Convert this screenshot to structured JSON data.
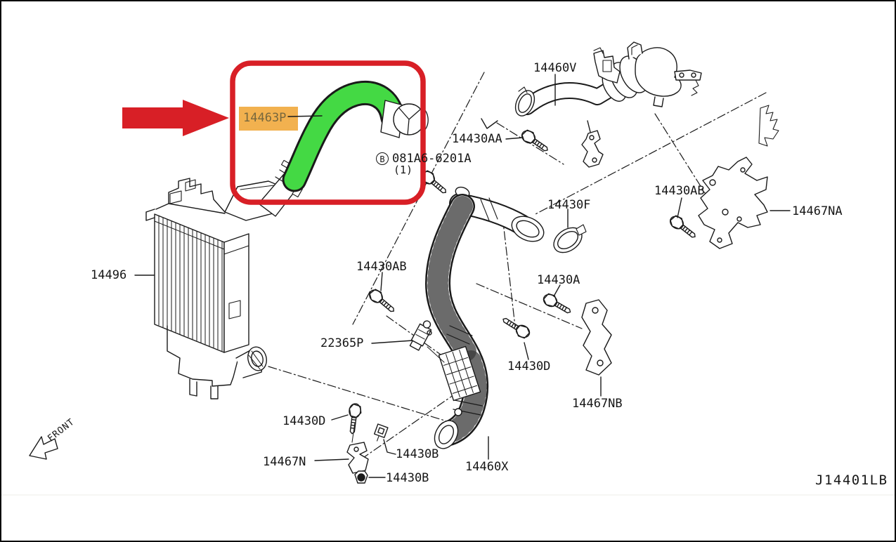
{
  "diagram": {
    "code": "J14401LB",
    "front": "FRONT",
    "fastener_note": {
      "prefix": "B",
      "code": "081A6-6201A",
      "qty": "(1)"
    },
    "highlight": {
      "part": "14463P",
      "box_color": "#d81f26",
      "arrow_color": "#d81f26",
      "hose_color": "#44d944",
      "label_bg": "#f2b14f"
    }
  },
  "parts": {
    "p14463P": "14463P",
    "p14460V": "14460V",
    "p14430AA": "14430AA",
    "p14430AB_right": "14430AB",
    "p14467NA": "14467NA",
    "p14430F": "14430F",
    "p14430A": "14430A",
    "p14496": "14496",
    "p14430AB_mid": "14430AB",
    "p22365P": "22365P",
    "p14430D_right": "14430D",
    "p14467NB": "14467NB",
    "p14430D_left": "14430D",
    "p14467N": "14467N",
    "p14430B_mid": "14430B",
    "p14430B_bottom": "14430B",
    "p14460X": "14460X"
  }
}
